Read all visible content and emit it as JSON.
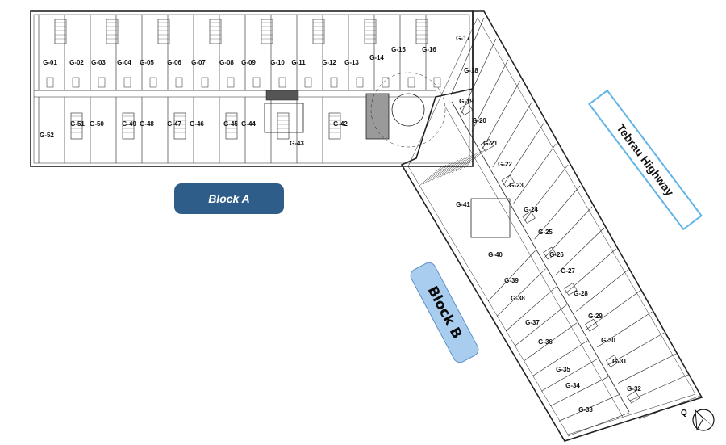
{
  "labels": {
    "block_a": "Block A",
    "block_b": "Block B",
    "road": "Tebrau Highway",
    "compass": "Q"
  },
  "units_block_a_top": [
    "G-01",
    "G-02",
    "G-03",
    "G-04",
    "G-05",
    "G-06",
    "G-07",
    "G-08",
    "G-09",
    "G-10",
    "G-11",
    "G-12",
    "G-13",
    "G-14",
    "G-15",
    "G-16"
  ],
  "units_block_a_bottom": [
    "G-52",
    "G-51",
    "G-50",
    "G-49",
    "G-48",
    "G-47",
    "G-46",
    "G-45",
    "G-44",
    "G-43",
    "G-42"
  ],
  "units_block_b_east": [
    "G-17",
    "G-18",
    "G-19",
    "G-20",
    "G-21",
    "G-22",
    "G-23",
    "G-24",
    "G-25",
    "G-26",
    "G-27",
    "G-28",
    "G-29",
    "G-30",
    "G-31",
    "G-32"
  ],
  "units_block_b_west": [
    "G-41",
    "G-40",
    "G-39",
    "G-38",
    "G-37",
    "G-36",
    "G-35",
    "G-34",
    "G-33"
  ],
  "colors": {
    "block_a_bg": "#2f5d8a",
    "block_b_bg": "#a9cdef",
    "road_border": "#5fb4e8",
    "plan_line": "#222222"
  }
}
